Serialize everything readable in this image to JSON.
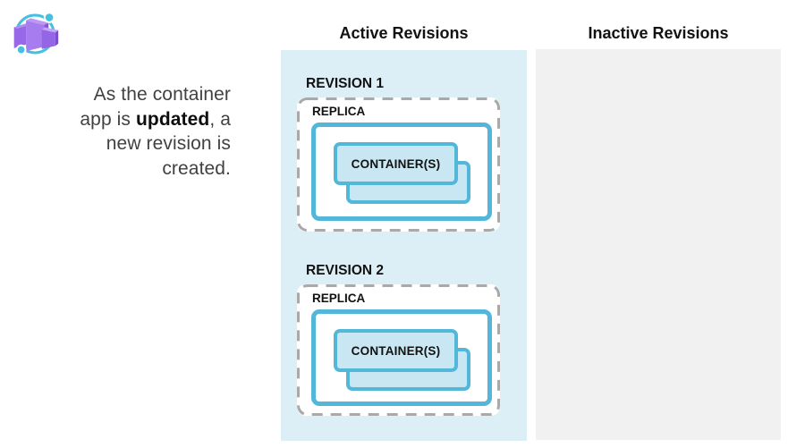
{
  "logo": {
    "name": "Azure Container Apps",
    "orbit_color": "#47c0e0",
    "cube_front_color": "#a77cee",
    "cube_top_color": "#bd97f5",
    "cube_side_color": "#7b4cd0"
  },
  "description": {
    "line1": "As the container",
    "line2_pre": "app is ",
    "line2_bold": "updated",
    "line2_post": ", a",
    "line3": "new revision is",
    "line4": "created."
  },
  "columns": [
    {
      "title": "Active Revisions",
      "background": "#ddeff6",
      "revisions": [
        {
          "label": "REVISION 1",
          "replica_label": "REPLICA",
          "container_label": "CONTAINER(S)"
        },
        {
          "label": "REVISION 2",
          "replica_label": "REPLICA",
          "container_label": "CONTAINER(S)"
        }
      ]
    },
    {
      "title": "Inactive Revisions",
      "background": "#f1f1f1",
      "revisions": []
    }
  ],
  "colors": {
    "box_border": "#53b7d9",
    "container_fill": "#c9e7f3",
    "dashed_border": "#a9a9a9",
    "body_text": "#414141",
    "heading_text": "#121212"
  }
}
